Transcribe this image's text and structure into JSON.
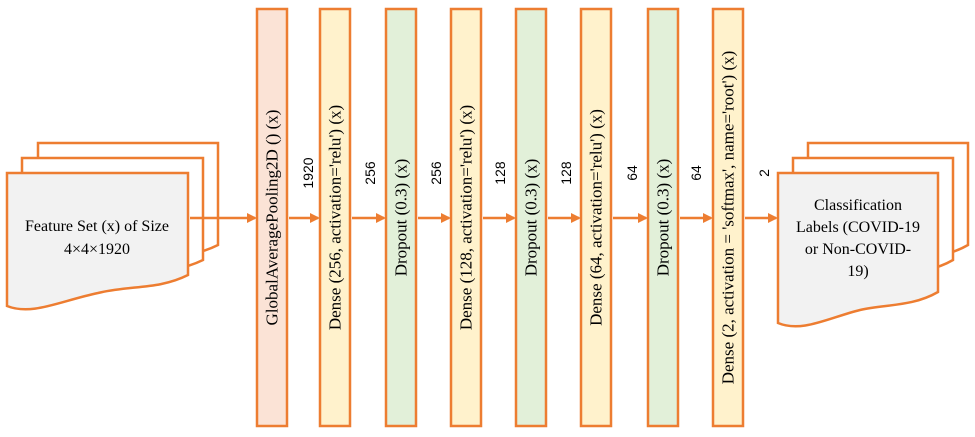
{
  "colors": {
    "border": "#ED7D31",
    "arrow": "#ED7D31",
    "pooling_fill": "#FBE3D6",
    "dense_fill": "#FFF2CC",
    "dropout_fill": "#E2F0D9",
    "doc_fill": "#F2F2F2",
    "doc_back_fill": "#FFFFFF"
  },
  "input": {
    "line1": "Feature Set (x) of Size",
    "line2": "4×4×1920"
  },
  "output": {
    "line1": "Classification",
    "line2": "Labels (COVID-19",
    "line3": "or Non-COVID-",
    "line4": "19)"
  },
  "layers": [
    {
      "type": "pooling",
      "label": "GlobalAveragePooling2D () (x)"
    },
    {
      "type": "dense",
      "label": "Dense (256, activation='relu') (x)"
    },
    {
      "type": "dropout",
      "label": "Dropout (0.3) (x)"
    },
    {
      "type": "dense",
      "label": "Dense (128, activation='relu') (x)"
    },
    {
      "type": "dropout",
      "label": "Dropout (0.3) (x)"
    },
    {
      "type": "dense",
      "label": "Dense (64, activation='relu') (x)"
    },
    {
      "type": "dropout",
      "label": "Dropout (0.3) (x)"
    },
    {
      "type": "dense",
      "label": "Dense (2, activation = 'softmax', name='root') (x)"
    }
  ],
  "dims": [
    "1920",
    "256",
    "256",
    "128",
    "128",
    "64",
    "64",
    "2"
  ]
}
